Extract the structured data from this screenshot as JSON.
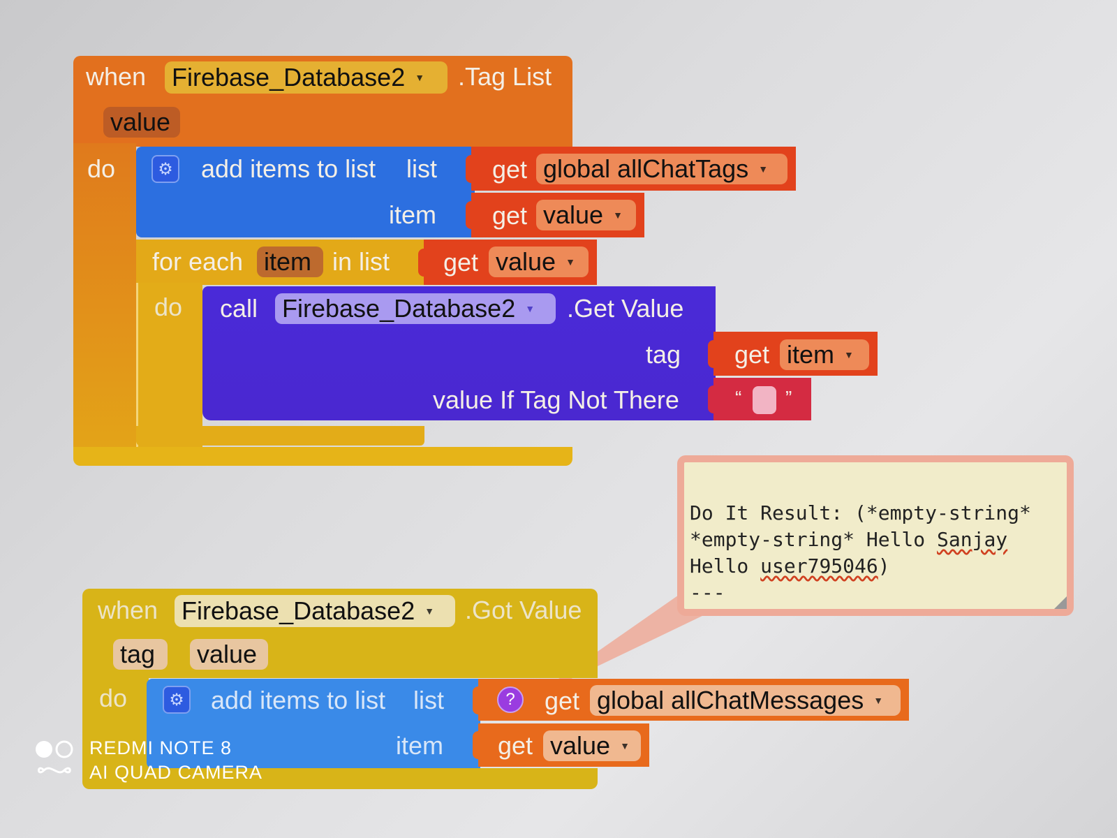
{
  "block1": {
    "when_label": "when",
    "component": "Firebase_Database2",
    "event": ".Tag List",
    "param": "value",
    "do_label": "do",
    "add_items": {
      "label": "add items to list",
      "list_label": "list",
      "item_label": "item",
      "list_get": "get",
      "list_var": "global allChatTags",
      "item_get": "get",
      "item_var": "value"
    },
    "for_each": {
      "for_label": "for each",
      "var": "item",
      "in_list_label": "in list",
      "get_label": "get",
      "list_var": "value",
      "do_label": "do",
      "call": {
        "call_label": "call",
        "component": "Firebase_Database2",
        "method": ".Get Value",
        "tag_label": "tag",
        "tag_get": "get",
        "tag_var": "item",
        "default_label": "value If Tag Not There",
        "open_quote": "“",
        "close_quote": "”"
      }
    }
  },
  "result_bubble": {
    "line1": "Do It Result: (*empty-string*",
    "line2_a": "*empty-string* Hello ",
    "line2_b": "Sanjay",
    "line3_a": "Hello ",
    "line3_b": "user795046",
    "line3_c": ")",
    "line4": "---"
  },
  "block2": {
    "when_label": "when",
    "component": "Firebase_Database2",
    "event": ".Got Value",
    "param1": "tag",
    "param2": "value",
    "do_label": "do",
    "add_items": {
      "label": "add items to list",
      "list_label": "list",
      "item_label": "item",
      "warning_icon": "?",
      "list_get": "get",
      "list_var": "global allChatMessages",
      "item_get": "get",
      "item_var": "value"
    }
  },
  "watermark": {
    "line1": "REDMI NOTE 8",
    "line2": "AI QUAD CAMERA"
  },
  "colors": {
    "event_orange": "#e2701e",
    "event_yellow": "#d8b418",
    "list_blue": "#2c6fe0",
    "control_yellow": "#e3a918",
    "firebase_purple": "#4a28d8",
    "var_red": "#e2421c",
    "text_red": "#d42b42",
    "bubble_bg": "#f1ecca",
    "bubble_border": "#eeaa98"
  }
}
